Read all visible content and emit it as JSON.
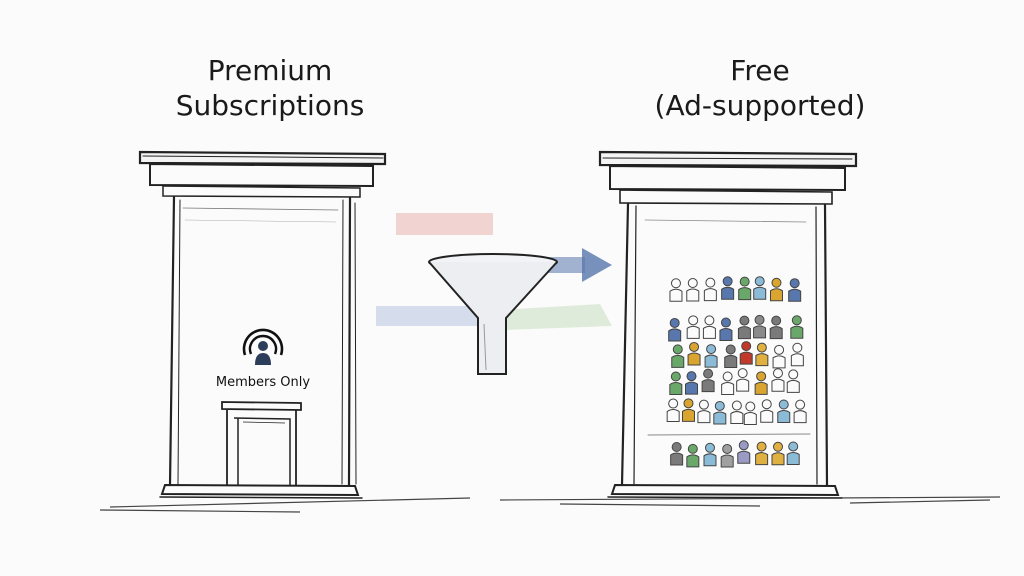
{
  "left_pillar": {
    "title_lines": [
      "Premium",
      "Subscriptions"
    ],
    "badge_label": "Members Only"
  },
  "right_pillar": {
    "title_lines": [
      "Free",
      "(Ad-supported)"
    ]
  },
  "funnel": {
    "icon": "funnel-icon",
    "streams": [
      {
        "color": "#e08a84"
      },
      {
        "color": "#8fa7d4"
      },
      {
        "color": "#9cc890"
      },
      {
        "color": "#5877ad"
      }
    ]
  },
  "crowd": {
    "colors": [
      "#8a8a8a",
      "#d9a530",
      "#5877ad",
      "#c0392b",
      "#6aa86a",
      "#9a9ac4",
      "#7a7a7a",
      "#e0b040",
      "#a0a0a0",
      "#8cbbd8"
    ]
  }
}
